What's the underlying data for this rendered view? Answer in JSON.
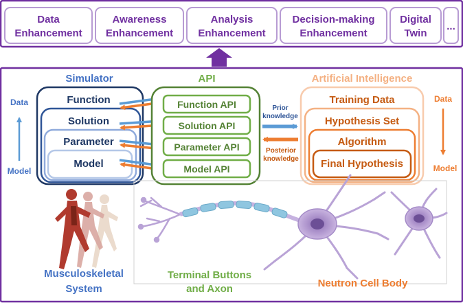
{
  "enhancements": [
    {
      "line1": "Data",
      "line2": "Enhancement"
    },
    {
      "line1": "Awareness",
      "line2": "Enhancement"
    },
    {
      "line1": "Analysis",
      "line2": "Enhancement"
    },
    {
      "line1": "Decision-making",
      "line2": "Enhancement"
    },
    {
      "line1": "Digital",
      "line2": "Twin"
    }
  ],
  "more_label": "...",
  "simulator": {
    "title": "Simulator",
    "layers": [
      "Function",
      "Solution",
      "Parameter",
      "Model"
    ],
    "axis_top": "Data",
    "axis_bottom": "Model"
  },
  "api": {
    "title": "API",
    "items": [
      "Function API",
      "Solution API",
      "Parameter API",
      "Model API"
    ]
  },
  "knowledge": {
    "prior_line1": "Prior",
    "prior_line2": "knowledge",
    "posterior_line1": "Posterior",
    "posterior_line2": "knowledge"
  },
  "ai": {
    "title": "Artificial Intelligence",
    "layers": [
      "Training Data",
      "Hypothesis Set",
      "Algorithm",
      "Final Hypothesis"
    ],
    "axis_top": "Data",
    "axis_bottom": "Model"
  },
  "bottom_labels": {
    "musculo_line1": "Musculoskeletal",
    "musculo_line2": "System",
    "terminal_line1": "Terminal Buttons",
    "terminal_line2": "and Axon",
    "neutron": "Neutron Cell Body"
  },
  "colors": {
    "purple": "#7030a0",
    "blue": "#1f3864",
    "blue_light": "#4472c4",
    "green": "#548235",
    "green_light": "#70ad47",
    "orange": "#ed7d31",
    "orange_dark": "#c55a11"
  }
}
